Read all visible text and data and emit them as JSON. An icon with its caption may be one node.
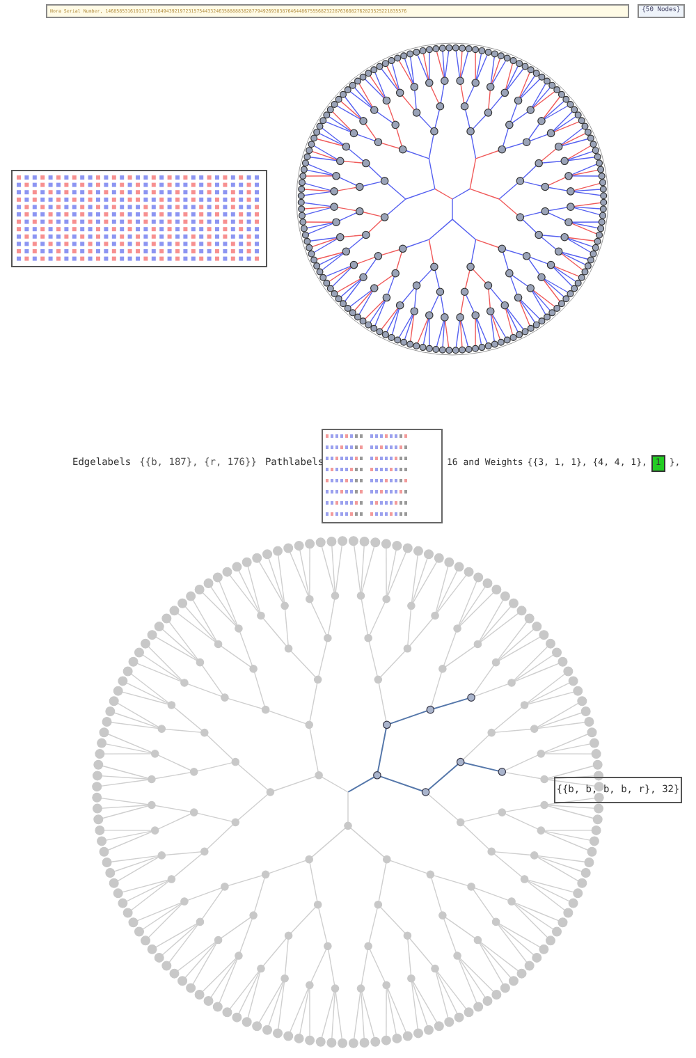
{
  "diagram": {
    "labels": [
      "Nora Serial Number, 1468585316191317331649439219723157544332463588888382877949269383876464486755568232287636082762823525221835576",
      "{50 Nodes}",
      "Edgelabels",
      "{{b, 187}, {r, 176}}",
      "Pathlabels",
      "16 and Weights",
      "{{3, 1, 1}, {4, 4, 1},",
      "1",
      "},",
      "{{b, b, b, b, r}, 32}"
    ]
  }
}
